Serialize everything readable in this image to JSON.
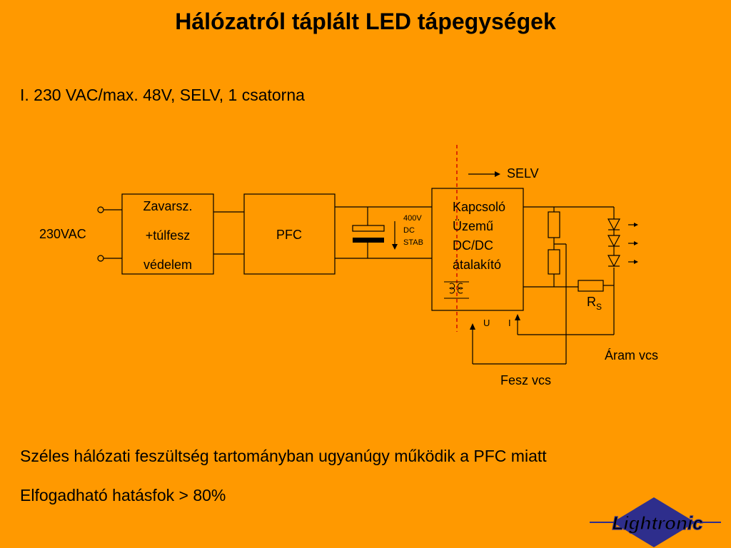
{
  "slide": {
    "title": "Hálózatról táplált LED tápegységek",
    "subtitle": "I. 230 VAC/max. 48V, SELV, 1 csatorna",
    "bullets": [
      "Széles hálózati feszültség tartományban ugyanúgy működik a PFC miatt",
      "Elfogadható hatásfok > 80%"
    ]
  },
  "diagram": {
    "input_label": "230VAC",
    "block1_lines": [
      "Zavarsz.",
      "+túlfesz",
      "védelem"
    ],
    "block2_label": "PFC",
    "cap_labels": [
      "400V",
      "DC",
      "STAB"
    ],
    "converter_lines": [
      "Kapcsoló",
      "Üzemű",
      "DC/DC",
      "átalakító"
    ],
    "selv_label": "SELV",
    "rs_label": "R",
    "rs_sub": "S",
    "u_label": "U",
    "i_label": "I",
    "current_fb": "Áram vcs",
    "voltage_fb": "Fesz vcs"
  },
  "logo": {
    "text": "Lightronic",
    "color": "#2E2E8C"
  }
}
